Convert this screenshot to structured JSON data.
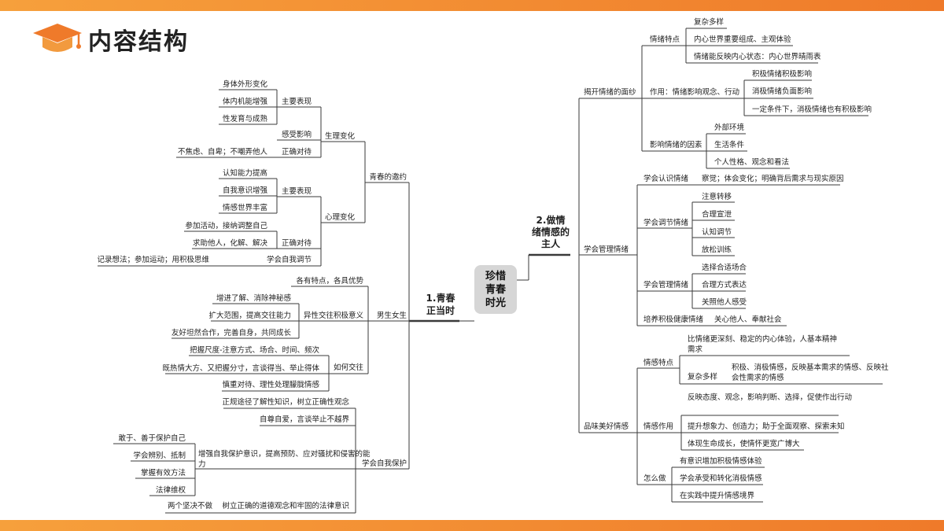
{
  "header": {
    "title": "内容结构",
    "icon": "graduation-cap-icon",
    "accent": "#ef7a2a"
  },
  "center": "珍惜青春时光",
  "left": {
    "label": "1.青春正当时",
    "branches": [
      {
        "label": "青春的邀约",
        "children": [
          {
            "label": "生理变化",
            "children": [
              {
                "label": "主要表现",
                "children": [
                  "身体外形变化",
                  "体内机能增强",
                  "性发育与成熟"
                ]
              },
              {
                "label": "感受影响"
              },
              {
                "label": "正确对待",
                "children": [
                  "不焦虑、自卑；不嘲弄他人"
                ]
              }
            ]
          },
          {
            "label": "心理变化",
            "children": [
              {
                "label": "主要表现",
                "children": [
                  "认知能力提高",
                  "自我意识增强",
                  "情感世界丰富"
                ]
              },
              {
                "label": "正确对待",
                "children": [
                  "参加活动，接纳调整自己",
                  "求助他人，化解、解决"
                ]
              },
              {
                "label": "学会自我调节",
                "children": [
                  "记录想法；参加运动；用积极思维"
                ]
              }
            ]
          }
        ]
      },
      {
        "label": "男生女生",
        "children": [
          {
            "label": "各有特点，各具优势"
          },
          {
            "label": "异性交往积极意义",
            "children": [
              "增进了解、消除神秘感",
              "扩大范围，提高交往能力",
              "友好坦然合作，完善自身，共同成长"
            ]
          },
          {
            "label": "如何交往",
            "children": [
              "把握尺度-注意方式、场合、时间、频次",
              "既热情大方、又把握分寸，言谈得当、举止得体",
              "慎重对待、理性处理朦胧情感"
            ]
          }
        ]
      },
      {
        "label": "学会自我保护",
        "children": [
          {
            "label": "正规途径了解性知识，树立正确性观念"
          },
          {
            "label": "自尊自爱，言谈举止不越界"
          },
          {
            "label": "增强自我保护意识，提高预防、应对骚扰和侵害的能力",
            "children": [
              "敢于、善于保护自己",
              "学会辨别、抵制",
              "掌握有效方法",
              "法律维权"
            ]
          },
          {
            "label": "树立正确的道德观念和牢固的法律意识",
            "children": [
              "两个坚决不做"
            ]
          }
        ]
      }
    ]
  },
  "right": {
    "label": "2.做情绪情感的主人",
    "branches": [
      {
        "label": "揭开情绪的面纱",
        "children": [
          {
            "label": "情绪特点",
            "children": [
              "复杂多样",
              "内心世界重要组成、主观体验",
              "情绪能反映内心状态：内心世界晴雨表"
            ]
          },
          {
            "label": "作用：情绪影响观念、行动",
            "children": [
              "积极情绪积极影响",
              "消极情绪负面影响",
              "一定条件下，消极情绪也有积极影响"
            ]
          },
          {
            "label": "影响情绪的因素",
            "children": [
              "外部环境",
              "生活条件",
              "个人性格、观念和看法"
            ]
          }
        ]
      },
      {
        "label": "学会管理情绪",
        "children": [
          {
            "label": "学会认识情绪",
            "children": [
              "察觉；体会变化；明确背后需求与现实原因"
            ]
          },
          {
            "label": "学会调节情绪",
            "children": [
              "注意转移",
              "合理宣泄",
              "认知调节",
              "放松训练"
            ]
          },
          {
            "label": "学会管理情绪",
            "children": [
              "选择合适场合",
              "合理方式表达",
              "关照他人感受"
            ]
          },
          {
            "label": "培养积极健康情绪",
            "children": [
              "关心他人、奉献社会"
            ]
          }
        ]
      },
      {
        "label": "品味美好情感",
        "children": [
          {
            "label": "情感特点",
            "children": [
              "比情绪更深刻、稳定的内心体验，人基本精神需求",
              "复杂多样",
              "积极、消极情感，反映基本需求的情感、反映社会性需求的情感"
            ]
          },
          {
            "label": "情感作用",
            "children": [
              "反映态度、观念，影响判断、选择，促使作出行动",
              "提升想象力、创造力；助于全面观察、探索未知",
              "体现生命成长，使情怀更宽广博大"
            ]
          },
          {
            "label": "怎么做",
            "children": [
              "有意识增加积极情感体验",
              "学会承受和转化消极情感",
              "在实践中提升情感境界"
            ]
          }
        ]
      }
    ]
  }
}
